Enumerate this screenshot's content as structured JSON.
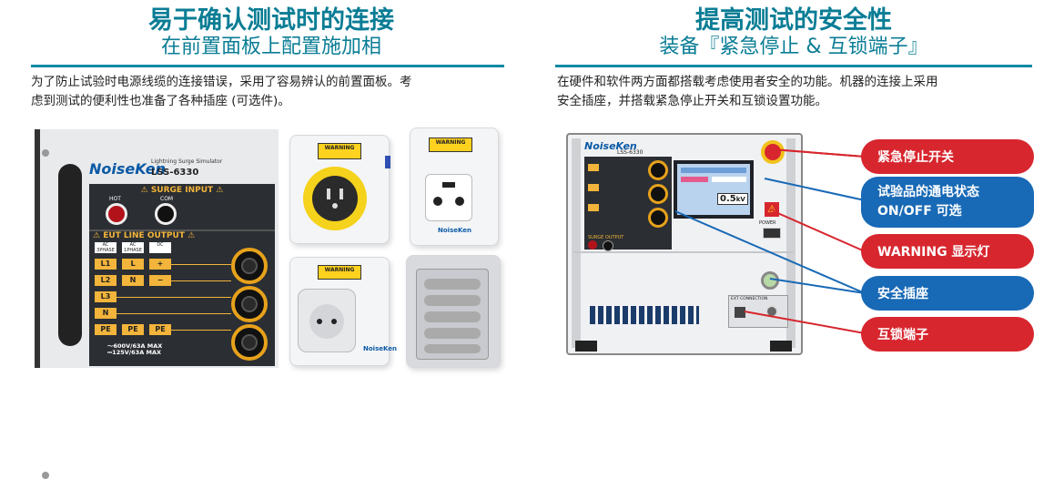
{
  "left": {
    "title": "易于确认测试时的连接",
    "subtitle": "在前置面板上配置施加相",
    "desc_line1": "为了防止试验时电源线缆的连接错误，采用了容易辨认的前置面板。考",
    "desc_line2": "虑到测试的便利性也准备了各种插座 (可选件)。",
    "panel": {
      "brand": "NoiseKen",
      "product": "Lightning Surge Simulator",
      "model": "LSS-6330",
      "surge_input": "SURGE INPUT",
      "hot": "HOT",
      "com": "COM",
      "eut_output": "EUT LINE OUTPUT",
      "cols": [
        "AC 3PHASE",
        "AC 1PHASE",
        "DC"
      ],
      "row1": [
        "L1",
        "L",
        "+"
      ],
      "row2": [
        "L2",
        "N",
        "−"
      ],
      "row3": [
        "L3"
      ],
      "row4": [
        "N"
      ],
      "row5": [
        "PE",
        "PE",
        "PE"
      ],
      "rating1": "～600V/63A MAX",
      "rating2": "⎓125V/63A MAX"
    },
    "plugs": {
      "warning": "WARNING",
      "brand": "NoiseKen"
    }
  },
  "right": {
    "title": "提高测试的安全性",
    "subtitle": "装备『紧急停止 & 互锁端子』",
    "desc_line1": "在硬件和软件两方面都搭载考虑使用者安全的功能。机器的连接上采用",
    "desc_line2": "安全插座，并搭载紧急停止开关和互锁设置功能。",
    "device": {
      "brand": "NoiseKen",
      "model": "LSS-6330",
      "readout": "0.5",
      "unit": "kV",
      "power": "POWER",
      "ext": "EXT CONNECTION",
      "surge_output": "SURGE OUTPUT"
    },
    "callouts": [
      {
        "label": "紧急停止开关",
        "color": "#d7262e"
      },
      {
        "label": "试验品的通电状态",
        "label2": "ON/OFF 可选",
        "color": "#1869b6"
      },
      {
        "label": "WARNING 显示灯",
        "color": "#d7262e"
      },
      {
        "label": "安全插座",
        "color": "#1869b6"
      },
      {
        "label": "互锁端子",
        "color": "#d7262e"
      }
    ]
  }
}
